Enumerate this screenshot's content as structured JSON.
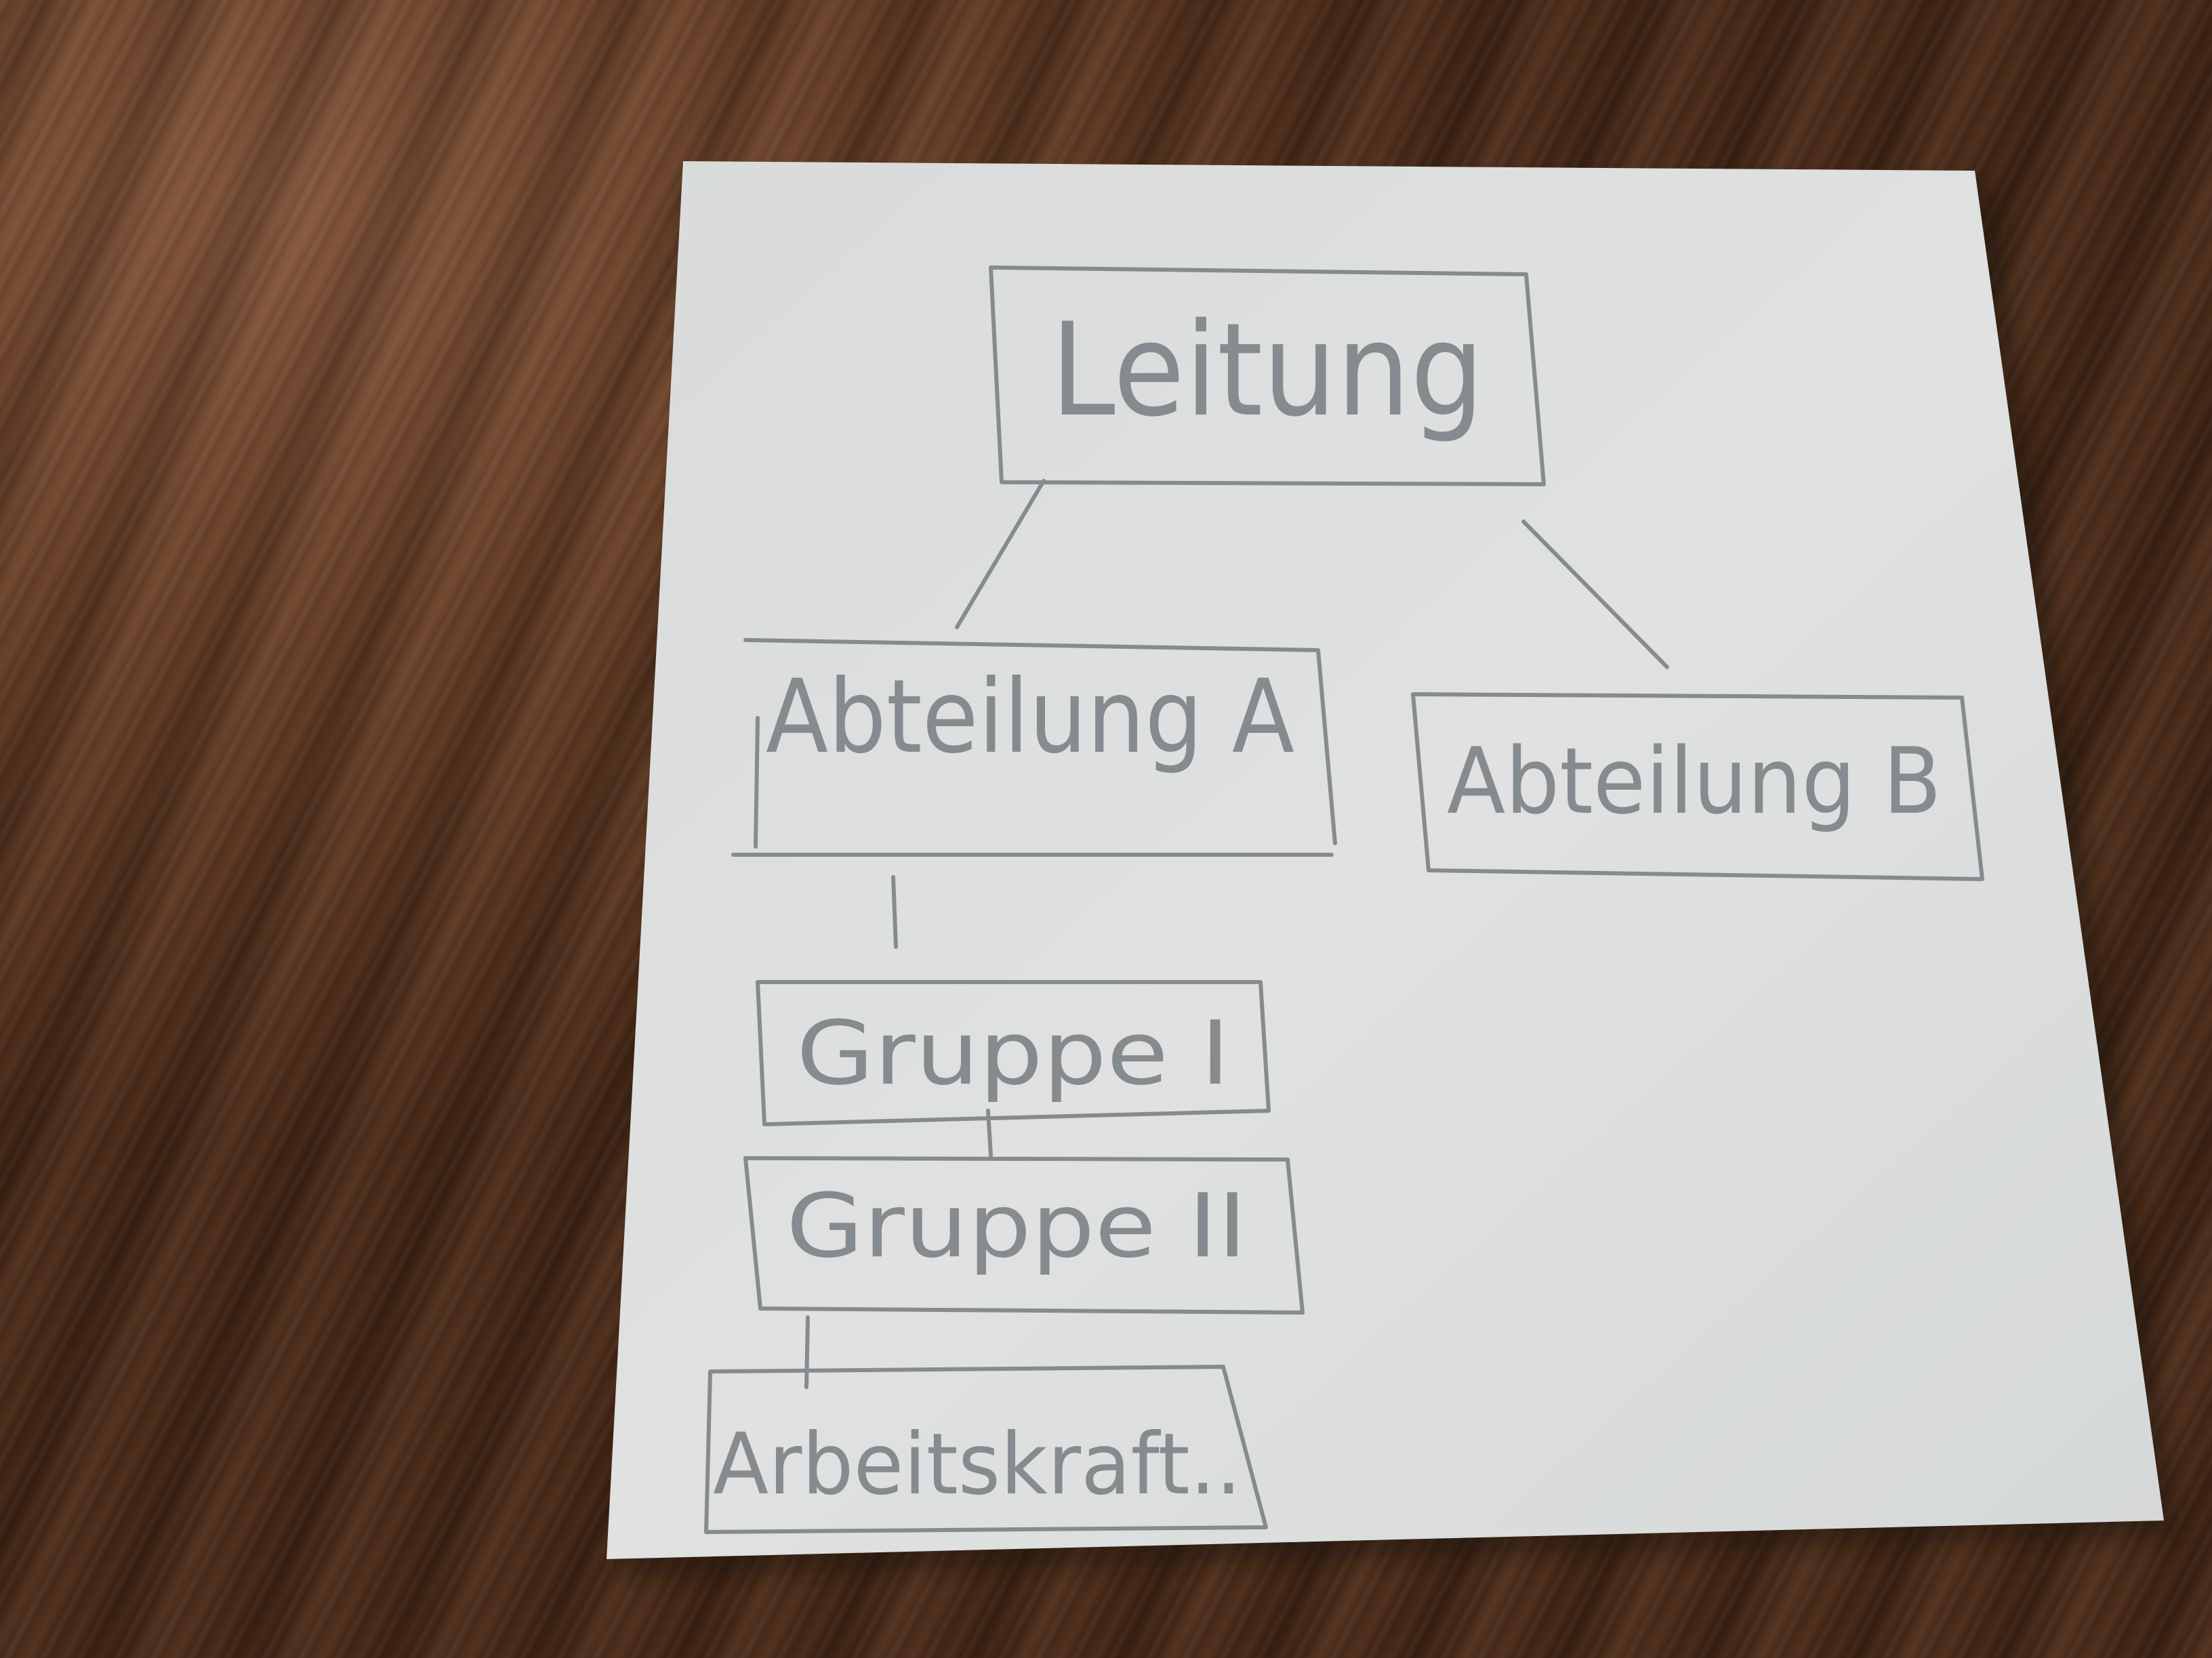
{
  "diagram": {
    "nodes": {
      "leitung": "Leitung",
      "abteilung_a": "Abteilung A",
      "abteilung_b": "Abteilung B",
      "gruppe_1": "Gruppe I",
      "gruppe_2": "Gruppe II",
      "arbeitskraft": "Arbeitskraft.."
    },
    "edges": [
      [
        "Leitung",
        "Abteilung A"
      ],
      [
        "Leitung",
        "Abteilung B"
      ],
      [
        "Abteilung A",
        "Gruppe I"
      ],
      [
        "Gruppe I",
        "Gruppe II"
      ],
      [
        "Gruppe II",
        "Arbeitskraft.."
      ]
    ]
  },
  "colors": {
    "paper": "#eceeed",
    "pencil": "#8e9498",
    "table": "#5a3620"
  }
}
